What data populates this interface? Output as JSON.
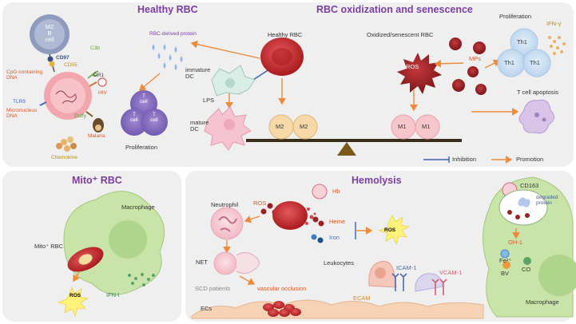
{
  "panels": {
    "top": {
      "healthy_title": "Healthy RBC",
      "oxidized_title": "RBC oxidization and senescence",
      "mz_b_cell": "MZ\nB\ncell",
      "receptors": {
        "cd97": "CD97",
        "c3b": "C3b",
        "cd55": "CD55",
        "cr1": "CR1",
        "tlr9": "TLR9",
        "duffy": "Duffy"
      },
      "cpg": "CpG-containing\nDNA",
      "hiv": "HIV",
      "micronucleus": "Micronucleus\nDNA",
      "malaria": "Malaria",
      "chemokine": "Chemokine",
      "rbc_protein": "RBC-derived protein",
      "healthy_rbc": "Healthy RBC",
      "immature_dc": "immature\nDC",
      "lps": "LPS",
      "mature_dc": "mature\nDC",
      "cell_label": "cell",
      "t_mark": "T",
      "proliferation_left": "Proliferation",
      "m2": "M2",
      "m1": "M1",
      "oxidized_rbc": "Oxidized/senescent RBC",
      "ros": "ROS",
      "mps": "MPs",
      "proliferation_right": "Proliferation",
      "th1": "Th1",
      "ifn_gamma": "IFN-γ",
      "t_apoptosis": "T cell apoptosis",
      "legend": {
        "inhibition": "Inhibition",
        "promotion": "Promotion"
      }
    },
    "mito": {
      "title": "Mito⁺ RBC",
      "macrophage": "Macrophage",
      "mito_rbc": "Mito⁺ RBC",
      "ros": "ROS",
      "ifn_i": "IFN-I"
    },
    "hemolysis": {
      "title": "Hemolysis",
      "neutrophil": "Neutrophil",
      "ros": "ROS",
      "net": "NET",
      "scd": "SCD patients",
      "vascular": "vascular occlusion",
      "ecs": "ECs",
      "hb": "Hb",
      "heme": "Heme",
      "iron": "Iron",
      "ros2": "ROS",
      "leukocytes": "Leukocytes",
      "icam": "ICAM-1",
      "vcam": "VCAM-1",
      "ecam": "ECAM",
      "cd163": "CD163",
      "degraded": "degraded\nprotein",
      "oh": "OH-1",
      "fe": "Fe²⁺",
      "bv": "BV",
      "co": "CO",
      "macrophage": "Macrophage"
    }
  },
  "colors": {
    "panel_bg": "#efefef",
    "title": "#7a3fa0",
    "arrow": "#ee8a3a",
    "inhibit": "#3b5fb0",
    "rbc": "#c4292e",
    "ros_fill": "#fff27a",
    "macrophage": "#c9e4a8"
  }
}
